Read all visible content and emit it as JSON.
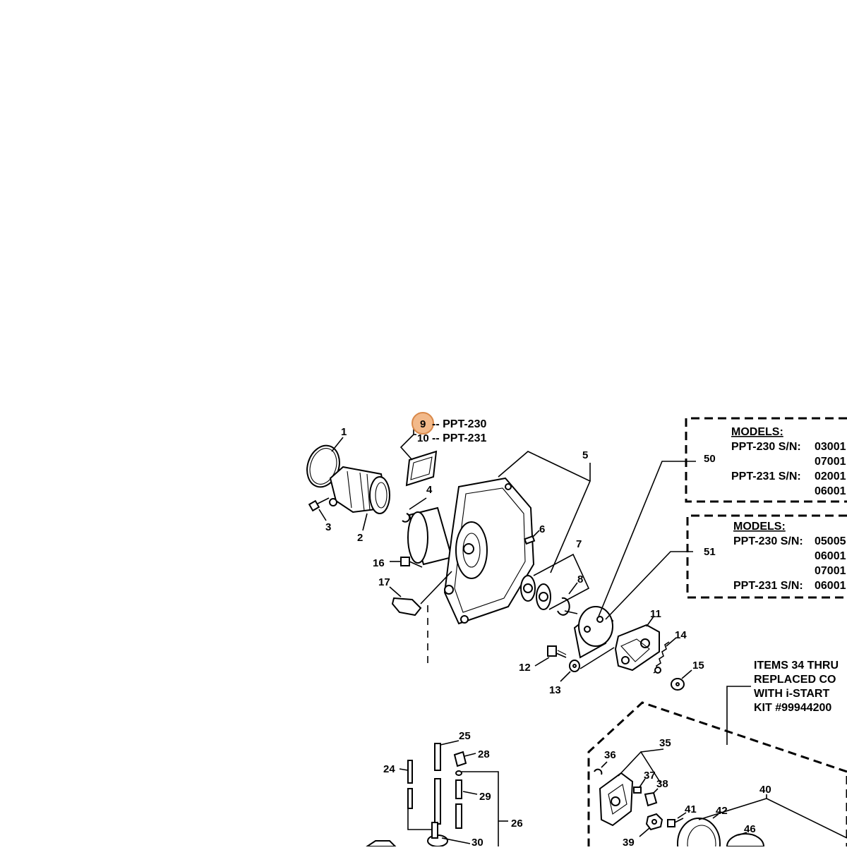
{
  "parts": {
    "p1": "1",
    "p2": "2",
    "p3": "3",
    "p4": "4",
    "p5": "5",
    "p6": "6",
    "p7": "7",
    "p8": "8",
    "p9": "9",
    "p10": "10",
    "p11": "11",
    "p12": "12",
    "p13": "13",
    "p14": "14",
    "p15": "15",
    "p16": "16",
    "p17": "17",
    "p24": "24",
    "p25": "25",
    "p26": "26",
    "p28": "28",
    "p29": "29",
    "p30": "30",
    "p35": "35",
    "p36": "36",
    "p37": "37",
    "p38": "38",
    "p39": "39",
    "p40": "40",
    "p41": "41",
    "p42": "42",
    "p46": "46",
    "p50": "50",
    "p51": "51"
  },
  "variants": {
    "v9": "-- PPT-230",
    "v10": "-- PPT-231"
  },
  "box50": {
    "heading": "MODELS:",
    "row1_model": "PPT-230  S/N:",
    "row1_sn": "03001",
    "row2_sn": "07001",
    "row3_model": "PPT-231  S/N:",
    "row3_sn": "02001",
    "row4_sn": "06001"
  },
  "box51": {
    "heading": "MODELS:",
    "row1_model": "PPT-230 S/N:",
    "row1_sn": "05005",
    "row2_sn": "06001",
    "row3_sn": "07001",
    "row4_model": "PPT-231 S/N:",
    "row4_sn": "06001"
  },
  "note": {
    "line1": "ITEMS 34 THRU",
    "line2": "REPLACED CO",
    "line3": "WITH i-START",
    "line4": "KIT #99944200"
  }
}
